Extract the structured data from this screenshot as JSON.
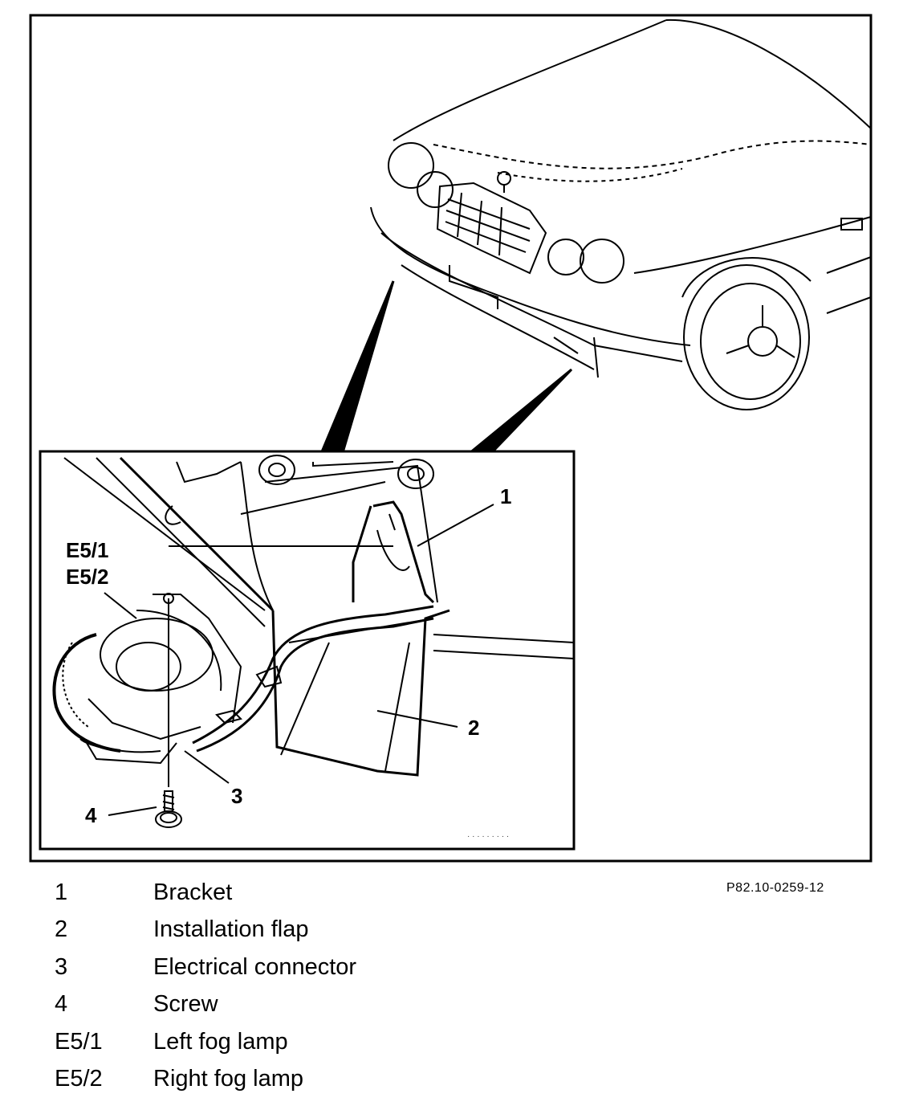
{
  "callouts": {
    "c1": "1",
    "c2": "2",
    "c3": "3",
    "c4": "4",
    "e51": "E5/1",
    "e52": "E5/2"
  },
  "figure_code": "P82.10-0259-12",
  "legend": [
    {
      "key": "1",
      "desc": "Bracket"
    },
    {
      "key": "2",
      "desc": "Installation flap"
    },
    {
      "key": "3",
      "desc": "Electrical connector"
    },
    {
      "key": "4",
      "desc": "Screw"
    },
    {
      "key": "E5/1",
      "desc": "Left fog lamp"
    },
    {
      "key": "E5/2",
      "desc": "Right fog lamp"
    }
  ]
}
